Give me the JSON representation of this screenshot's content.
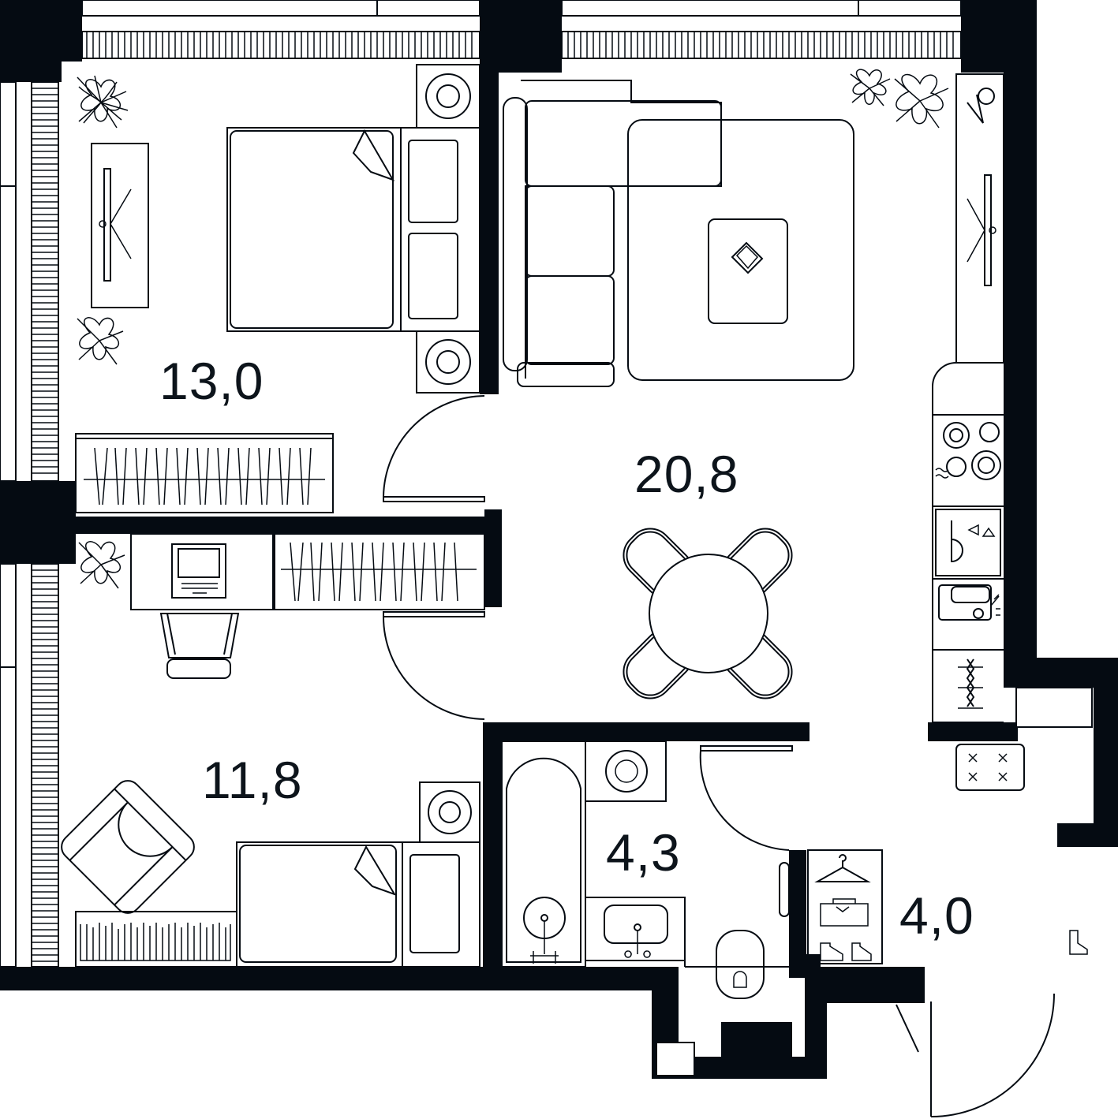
{
  "floorplan": {
    "rooms": [
      {
        "id": "bedroom",
        "area": "13,0"
      },
      {
        "id": "living-kitchen",
        "area": "20,8"
      },
      {
        "id": "child-room",
        "area": "11,8"
      },
      {
        "id": "bathroom",
        "area": "4,3"
      },
      {
        "id": "wardrobe",
        "area": "4,0"
      }
    ],
    "colors": {
      "walls": "#050b12",
      "background": "#ffffff",
      "lines": "#050b12"
    }
  }
}
